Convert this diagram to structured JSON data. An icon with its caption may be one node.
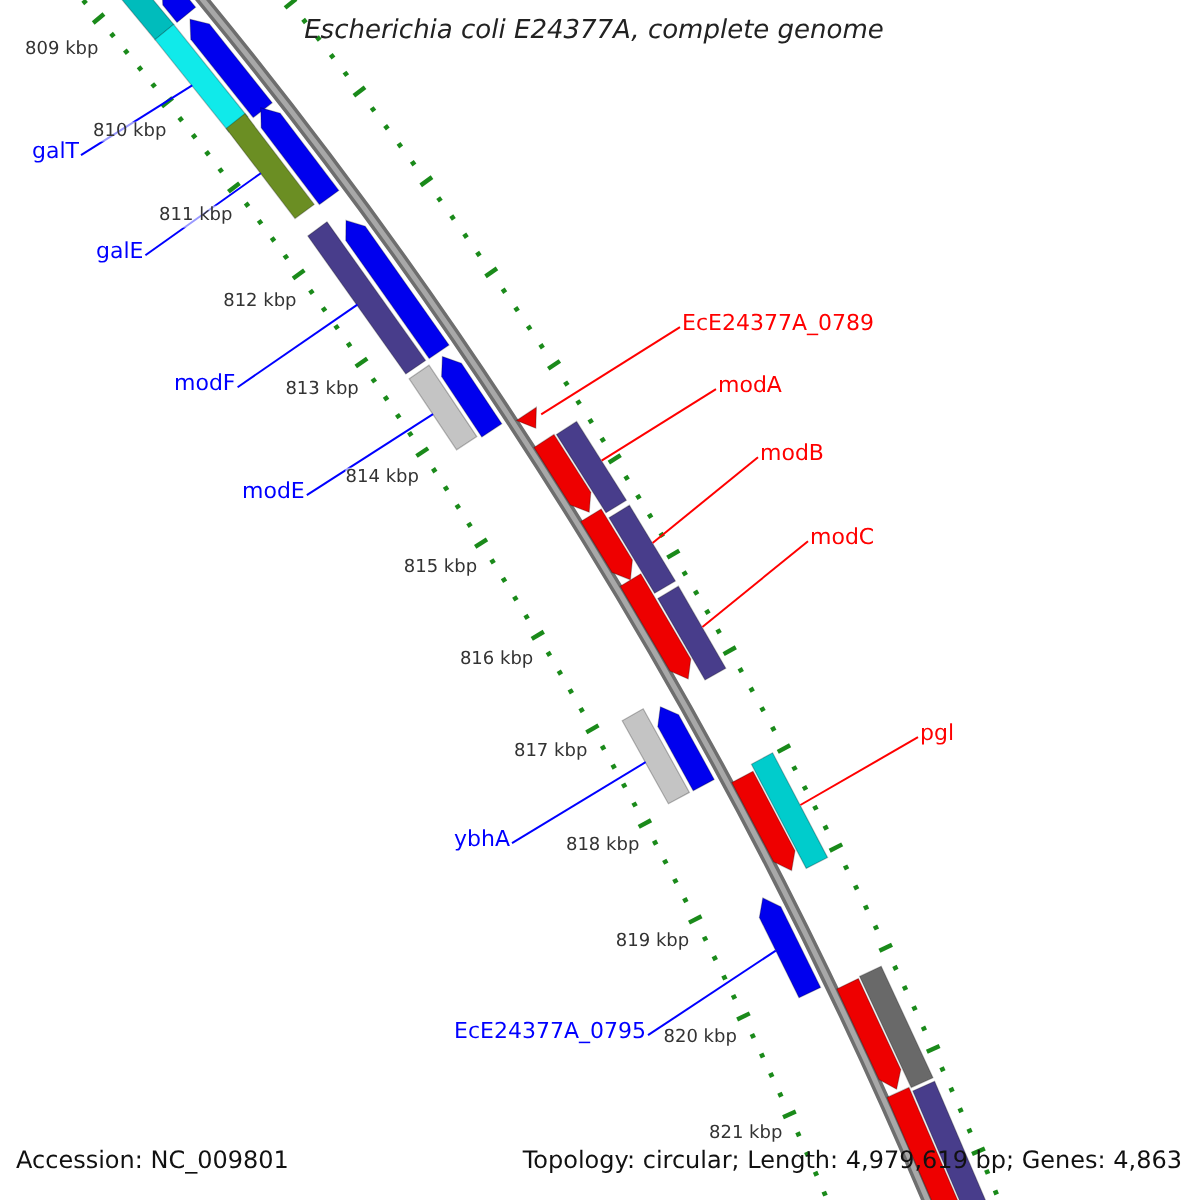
{
  "diagram": {
    "title": "Escherichia coli E24377A, complete genome",
    "nodes": [
      {
        "text": [
          "galT"
        ]
      },
      {
        "text": [
          "galE"
        ]
      },
      {
        "text": [
          "modF"
        ]
      },
      {
        "text": [
          "modE"
        ]
      },
      {
        "text": [
          "EcE24377A_0789"
        ]
      },
      {
        "text": [
          "modA"
        ]
      },
      {
        "text": [
          "modB"
        ]
      },
      {
        "text": [
          "modC"
        ]
      },
      {
        "text": [
          "pgl"
        ]
      },
      {
        "text": [
          "ybhA"
        ]
      },
      {
        "text": [
          "EcE24377A_0795"
        ]
      },
      {
        "text": [],
        "shape": "bar"
      },
      {
        "text": [],
        "shape": "pentagon"
      },
      {
        "text": [],
        "shape": "bar"
      },
      {
        "text": [],
        "shape": "pentagon"
      },
      {
        "text": [],
        "shape": "bar"
      },
      {
        "text": [],
        "shape": "pentagon"
      },
      {
        "text": [],
        "shape": "bar"
      },
      {
        "text": [],
        "shape": "pentagon"
      },
      {
        "text": [],
        "shape": "bar"
      },
      {
        "text": [],
        "shape": "pentagon"
      },
      {
        "text": [],
        "shape": "triangle"
      },
      {
        "text": [],
        "shape": "pentagon"
      },
      {
        "text": [],
        "shape": "bar"
      },
      {
        "text": [],
        "shape": "pentagon"
      },
      {
        "text": [],
        "shape": "bar"
      },
      {
        "text": [],
        "shape": "pentagon"
      },
      {
        "text": [],
        "shape": "bar"
      },
      {
        "text": [],
        "shape": "bar"
      },
      {
        "text": [],
        "shape": "pentagon"
      },
      {
        "text": [],
        "shape": "pentagon"
      },
      {
        "text": [],
        "shape": "bar"
      },
      {
        "text": [],
        "shape": "pentagon"
      },
      {
        "text": [],
        "shape": "pentagon"
      },
      {
        "text": [],
        "shape": "bar"
      },
      {
        "text": [],
        "shape": "pentagon"
      },
      {
        "text": [],
        "shape": "bar"
      }
    ],
    "edges": [
      {
        "from": 0,
        "to": 13,
        "arrow": "none"
      },
      {
        "from": 1,
        "to": 15,
        "arrow": "none"
      },
      {
        "from": 2,
        "to": 17,
        "arrow": "none"
      },
      {
        "from": 3,
        "to": 19,
        "arrow": "none"
      },
      {
        "from": 4,
        "to": 21,
        "arrow": "none",
        "color": "#ff0000"
      },
      {
        "from": 5,
        "to": 23,
        "arrow": "none",
        "color": "#ff0000"
      },
      {
        "from": 6,
        "to": 25,
        "arrow": "none",
        "color": "#ff0000"
      },
      {
        "from": 7,
        "to": 27,
        "arrow": "none",
        "color": "#ff0000"
      },
      {
        "from": 8,
        "to": 31,
        "arrow": "none",
        "color": "#ff0000"
      },
      {
        "from": 9,
        "to": 28,
        "arrow": "none"
      },
      {
        "from": 10,
        "to": 32,
        "arrow": "none"
      }
    ],
    "labels": [
      "809 kbp",
      "810 kbp",
      "811 kbp",
      "812 kbp",
      "813 kbp",
      "814 kbp",
      "815 kbp",
      "816 kbp",
      "817 kbp",
      "818 kbp",
      "819 kbp",
      "820 kbp",
      "821 kbp",
      "Accession: NC_009801",
      "Topology: circular; Length: 4,979,619 bp; Genes: 4,863"
    ]
  }
}
